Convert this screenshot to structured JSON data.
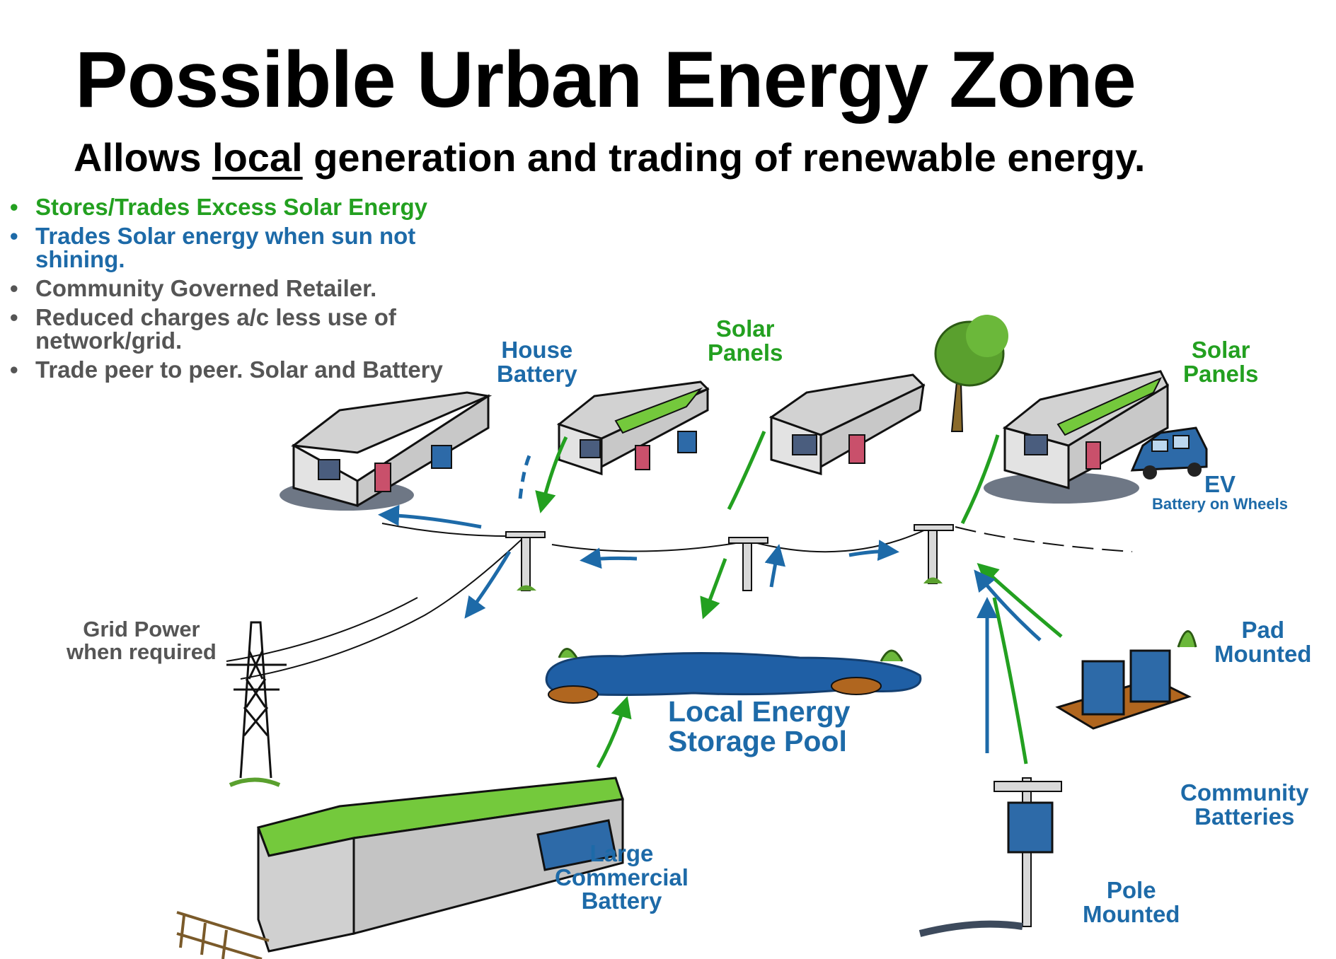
{
  "title": "Possible Urban Energy  Zone",
  "subtitle": {
    "before": "Allows ",
    "underlined": "local",
    "after": " generation and trading of renewable energy."
  },
  "bullets": [
    {
      "text": "Stores/Trades Excess Solar Energy",
      "color": "#23a020"
    },
    {
      "text": "Trades Solar energy when sun not shining.",
      "color": "#1d6aa8"
    },
    {
      "text": "Community Governed Retailer.",
      "color": "#555555"
    },
    {
      "text": "Reduced charges a/c less use of network/grid.",
      "color": "#555555"
    },
    {
      "text": "Trade peer to peer. Solar and Battery",
      "color": "#555555"
    }
  ],
  "labels": {
    "house_battery": {
      "line1": "House",
      "line2": "Battery"
    },
    "solar_panels_1": {
      "line1": "Solar",
      "line2": "Panels"
    },
    "solar_panels_2": {
      "line1": "Solar",
      "line2": "Panels"
    },
    "ev": {
      "line1": "EV",
      "line2": "Battery on Wheels"
    },
    "grid_power": {
      "line1": "Grid Power",
      "line2": "when required"
    },
    "pad_mounted": {
      "line1": "Pad",
      "line2": "Mounted"
    },
    "local_pool": {
      "line1": "Local Energy",
      "line2": "Storage Pool"
    },
    "community_batteries": {
      "line1": "Community",
      "line2": "Batteries"
    },
    "large_commercial": {
      "line1": "Large",
      "line2": "Commercial",
      "line3": "Battery"
    },
    "pole_mounted": {
      "line1": "Pole",
      "line2": "Mounted"
    }
  },
  "colors": {
    "green": "#23a020",
    "blue": "#1d6aa8",
    "grey": "#555555",
    "panel": "#74c93c",
    "house_wall": "#d9d9d9",
    "water": "#1f5fa5"
  }
}
